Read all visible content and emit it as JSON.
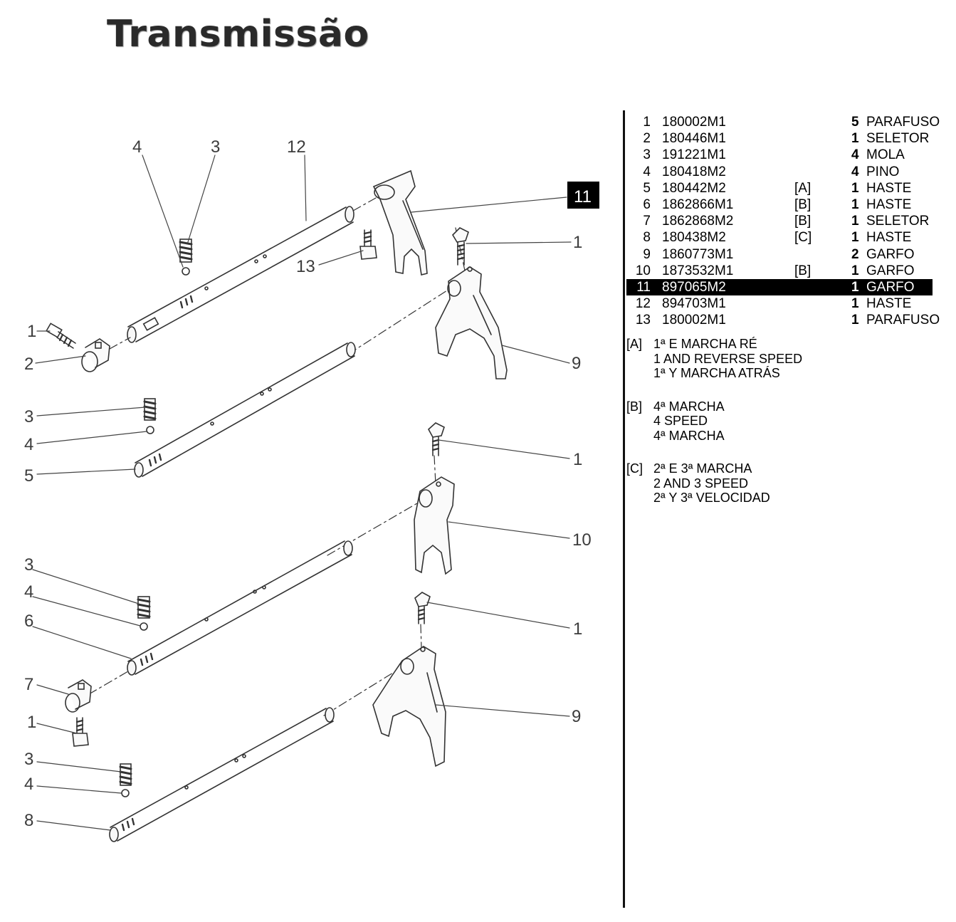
{
  "title": "Transmissão",
  "callouts": [
    {
      "id": "c-4a",
      "label": "4"
    },
    {
      "id": "c-3a",
      "label": "3"
    },
    {
      "id": "c-12",
      "label": "12"
    },
    {
      "id": "c-11",
      "label": "11"
    },
    {
      "id": "c-1a",
      "label": "1"
    },
    {
      "id": "c-13",
      "label": "13"
    },
    {
      "id": "c-1b",
      "label": "1"
    },
    {
      "id": "c-2",
      "label": "2"
    },
    {
      "id": "c-9a",
      "label": "9"
    },
    {
      "id": "c-3b",
      "label": "3"
    },
    {
      "id": "c-4b",
      "label": "4"
    },
    {
      "id": "c-5",
      "label": "5"
    },
    {
      "id": "c-1c",
      "label": "1"
    },
    {
      "id": "c-10",
      "label": "10"
    },
    {
      "id": "c-3c",
      "label": "3"
    },
    {
      "id": "c-4c",
      "label": "4"
    },
    {
      "id": "c-6",
      "label": "6"
    },
    {
      "id": "c-1d",
      "label": "1"
    },
    {
      "id": "c-7",
      "label": "7"
    },
    {
      "id": "c-9b",
      "label": "9"
    },
    {
      "id": "c-1e",
      "label": "1"
    },
    {
      "id": "c-3d",
      "label": "3"
    },
    {
      "id": "c-4d",
      "label": "4"
    },
    {
      "id": "c-8",
      "label": "8"
    }
  ],
  "parts": [
    {
      "num": "1",
      "code": "180002M1",
      "note": "",
      "qty": "5",
      "desc": "PARAFUSO"
    },
    {
      "num": "2",
      "code": "180446M1",
      "note": "",
      "qty": "1",
      "desc": "SELETOR"
    },
    {
      "num": "3",
      "code": "191221M1",
      "note": "",
      "qty": "4",
      "desc": "MOLA"
    },
    {
      "num": "4",
      "code": "180418M2",
      "note": "",
      "qty": "4",
      "desc": "PINO"
    },
    {
      "num": "5",
      "code": "180442M2",
      "note": "[A]",
      "qty": "1",
      "desc": "HASTE"
    },
    {
      "num": "6",
      "code": "1862866M1",
      "note": "[B]",
      "qty": "1",
      "desc": "HASTE"
    },
    {
      "num": "7",
      "code": "1862868M2",
      "note": "[B]",
      "qty": "1",
      "desc": "SELETOR"
    },
    {
      "num": "8",
      "code": "180438M2",
      "note": "[C]",
      "qty": "1",
      "desc": "HASTE"
    },
    {
      "num": "9",
      "code": "1860773M1",
      "note": "",
      "qty": "2",
      "desc": "GARFO"
    },
    {
      "num": "10",
      "code": "1873532M1",
      "note": "[B]",
      "qty": "1",
      "desc": "GARFO"
    },
    {
      "num": "11",
      "code": "897065M2",
      "note": "",
      "qty": "1",
      "desc": "GARFO"
    },
    {
      "num": "12",
      "code": "894703M1",
      "note": "",
      "qty": "1",
      "desc": "HASTE"
    },
    {
      "num": "13",
      "code": "180002M1",
      "note": "",
      "qty": "1",
      "desc": "PARAFUSO"
    }
  ],
  "notes": [
    {
      "tag": "[A]",
      "lines": [
        "1ª E MARCHA RÉ",
        "1 AND REVERSE SPEED",
        "1ª Y MARCHA ATRÁS"
      ]
    },
    {
      "tag": "[B]",
      "lines": [
        "4ª MARCHA",
        "4 SPEED",
        "4ª MARCHA"
      ]
    },
    {
      "tag": "[C]",
      "lines": [
        "2ª E 3ª MARCHA",
        "2 AND 3 SPEED",
        "2ª Y 3ª VELOCIDAD"
      ]
    }
  ],
  "highlighted_part": "11",
  "colors": {
    "line": "#333333",
    "label": "#3c3c3c",
    "highlight": "#000000",
    "part_fill": "#f4f4f4"
  }
}
